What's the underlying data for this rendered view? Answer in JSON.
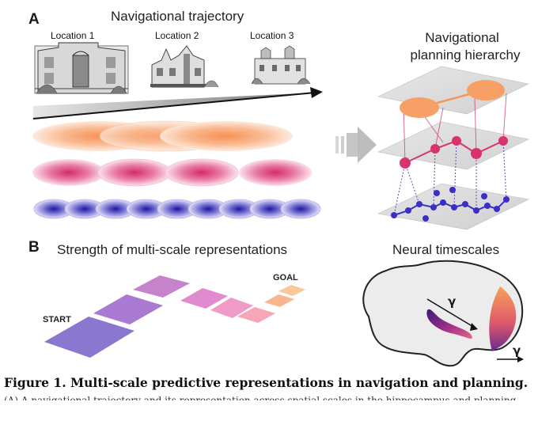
{
  "panel_a": {
    "letter": "A",
    "title": "Navigational trajectory",
    "locations": [
      "Location 1",
      "Location 2",
      "Location 3"
    ],
    "hierarchy_title_line1": "Navigational",
    "hierarchy_title_line2": "planning hierarchy"
  },
  "panel_b": {
    "letter": "B",
    "title": "Strength of multi-scale representations",
    "start_label": "START",
    "goal_label": "GOAL",
    "timescales_title": "Neural timescales",
    "gamma_symbol": "γ"
  },
  "caption": {
    "text": "Figure 1. Multi-scale predictive representations in navigation and planning.",
    "cut_line": "(A) A navigational trajectory and its representation across spatial scales in the hippocampus and planning"
  },
  "colors": {
    "large_scale": "#f5965a",
    "medium_scale": "#d8336e",
    "small_scale": "#3a2fc4",
    "arrow_gray": "#c8c8c8"
  }
}
